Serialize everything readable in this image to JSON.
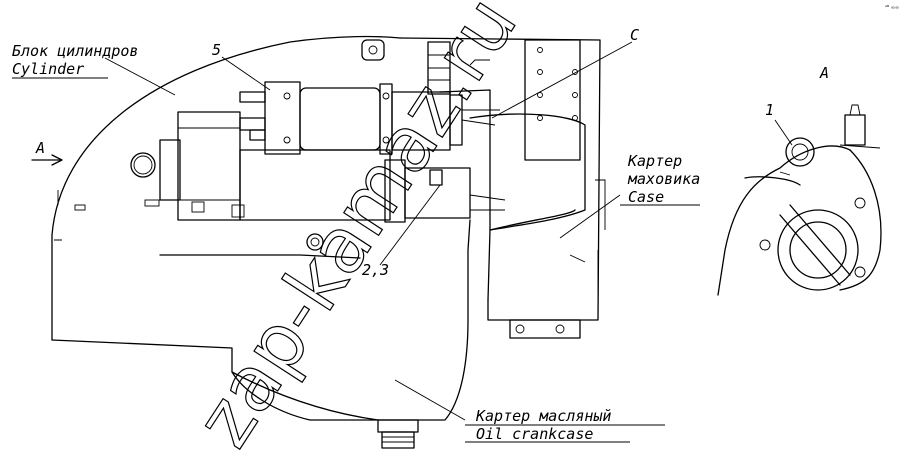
{
  "labels": {
    "cylinder_ru": "Блок цилиндров",
    "cylinder_en": "Cylinder",
    "flywheel_ru_1": "Картер",
    "flywheel_ru_2": "маховика",
    "flywheel_en": "Case",
    "oil_ru": "Картер масляный",
    "oil_en": "Oil crankcase",
    "view_arrow": "A",
    "view_title": "A",
    "callout_5": "5",
    "callout_23": "2,3",
    "callout_c": "C",
    "callout_1": "1",
    "corner_mark": "ᵃᴮ ∞∞"
  },
  "watermark": "zap-kamaz.ru"
}
